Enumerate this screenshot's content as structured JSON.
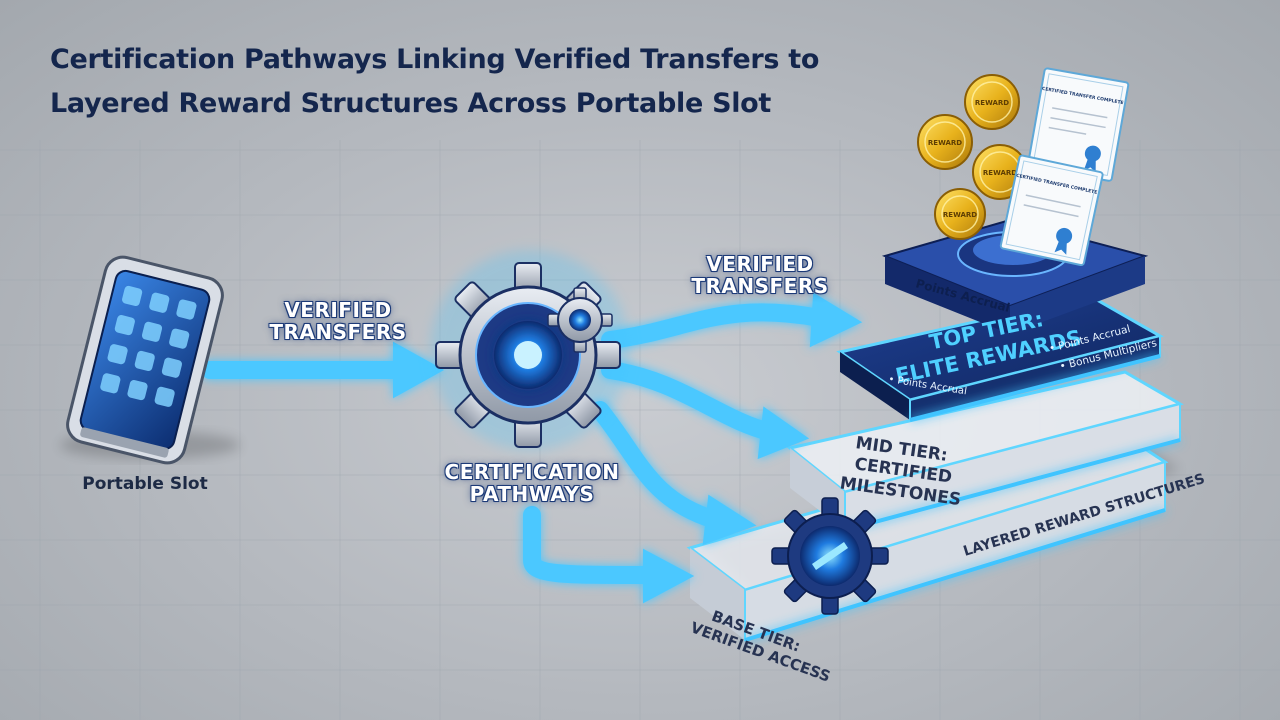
{
  "title_line1": "Certification Pathways Linking Verified Transfers to",
  "title_line2": "Layered Reward Structures Across Portable Slot",
  "device_label": "Portable Slot",
  "flow_label_left": [
    "VERIFIED",
    "TRANSFERS"
  ],
  "flow_label_right": [
    "VERIFIED",
    "TRANSFERS"
  ],
  "gear_label": [
    "CERTIFICATION",
    "PATHWAYS"
  ],
  "top_tier": {
    "title": [
      "TOP TIER:",
      "ELITE REWARDS"
    ],
    "bullets_right": [
      "• Points Accrual",
      "• Bonus Multipliers"
    ],
    "bullet_left": "• Points Accrual"
  },
  "dispenser_label": "Points Accrual",
  "mid_tier": [
    "MID TIER:",
    "CERTIFIED",
    "MILESTONES"
  ],
  "base_tier": [
    "BASE TIER:",
    "VERIFIED ACCESS"
  ],
  "structures_label": "LAYERED REWARD STRUCTURES",
  "coin_text": "REWARD",
  "certificate_title": "CERTIFIED TRANSFER COMPLETE",
  "colors": {
    "navy": "#14264d",
    "glow_blue": "#3fc4ff",
    "gold": "#e8b21c",
    "panel_blue": "#1b3a86"
  }
}
